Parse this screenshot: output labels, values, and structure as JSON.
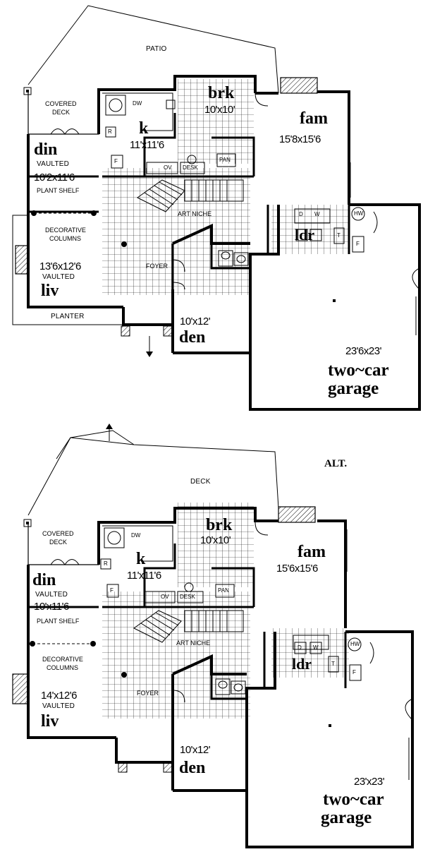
{
  "plan_a": {
    "outdoor": "PATIO",
    "covered_deck": [
      "COVERED",
      "DECK"
    ],
    "din": {
      "name": "din",
      "note": "VAULTED",
      "size": "10'2x11'6",
      "extra": "PLANT SHELF"
    },
    "decorative_columns": [
      "DECORATIVE",
      "COLUMNS"
    ],
    "liv": {
      "name": "liv",
      "size": "13'6x12'6",
      "note": "VAULTED"
    },
    "planter": "PLANTER",
    "k": {
      "name": "k",
      "size": "11'x11'6"
    },
    "brk": {
      "name": "brk",
      "size": "10'x10'"
    },
    "fam": {
      "name": "fam",
      "size": "15'8x15'6"
    },
    "art_niche": "ART NICHE",
    "foyer": "FOYER",
    "den": {
      "name": "den",
      "size": "10'x12'"
    },
    "ldr": "ldr",
    "garage": {
      "size": "23'6x23'",
      "line1": "two~car",
      "line2": "garage"
    },
    "fixtures": {
      "dw": "DW",
      "r": "R",
      "f": "F",
      "ov": "OV",
      "desk": "DESK",
      "pan": "PAN",
      "d": "D",
      "w": "W",
      "hw": "HW",
      "t": "T",
      "gf": "F"
    }
  },
  "alt_label": "ALT.",
  "plan_b": {
    "outdoor": "DECK",
    "covered_deck": [
      "COVERED",
      "DECK"
    ],
    "din": {
      "name": "din",
      "note": "VAULTED",
      "size": "10'x11'6",
      "extra": "PLANT SHELF"
    },
    "decorative_columns": [
      "DECORATIVE",
      "COLUMNS"
    ],
    "liv": {
      "name": "liv",
      "size": "14'x12'6",
      "note": "VAULTED"
    },
    "k": {
      "name": "k",
      "size": "11'x11'6"
    },
    "brk": {
      "name": "brk",
      "size": "10'x10'"
    },
    "fam": {
      "name": "fam",
      "size": "15'6x15'6"
    },
    "art_niche": "ART NICHE",
    "foyer": "FOYER",
    "den": {
      "name": "den",
      "size": "10'x12'"
    },
    "ldr": "ldr",
    "garage": {
      "size": "23'x23'",
      "line1": "two~car",
      "line2": "garage"
    },
    "fixtures": {
      "dw": "DW",
      "r": "R",
      "f": "F",
      "ov": "OV",
      "desk": "DESK",
      "pan": "PAN",
      "d": "D",
      "w": "W",
      "hw": "HW",
      "t": "T",
      "gf": "F"
    }
  }
}
